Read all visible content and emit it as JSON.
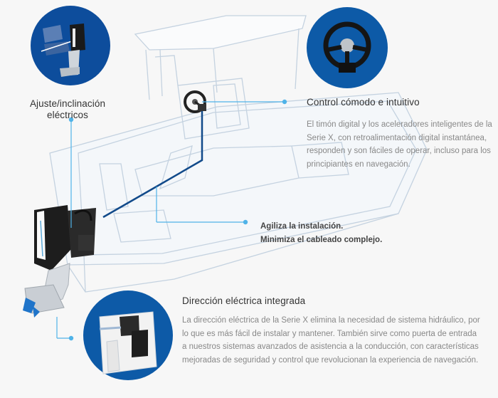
{
  "features": {
    "tilt": {
      "title": "Ajuste/inclinación eléctricos",
      "icon": "motor-tilt-icon"
    },
    "control": {
      "title": "Control cómodo e intuitivo",
      "description": "El timón digital y los aceleradores inteligentes de la Serie X, con retroalimentación digital instantánea, responden y son fáciles de operar, incluso para los principiantes en navegación.",
      "icon": "steering-wheel-icon"
    },
    "install": {
      "line1": "Agiliza la instalación.",
      "line2": "Minimiza el cableado complejo."
    },
    "steering": {
      "title": "Dirección eléctrica integrada",
      "description": "La dirección eléctrica de la Serie X elimina la necesidad de sistema hidráulico, por lo que es más fácil de instalar y mantener. También sirve como puerta de entrada a nuestros sistemas avanzados de asistencia a la conducción, con características mejoradas de seguridad y control que revolucionan la experiencia de navegación.",
      "icon": "steering-actuator-icon"
    }
  },
  "colors": {
    "accent": "#0d5aa7",
    "connector": "#4fb3e8",
    "cable": "#114a8a",
    "outline": "#c4d2e0",
    "muted_text": "#888888"
  }
}
